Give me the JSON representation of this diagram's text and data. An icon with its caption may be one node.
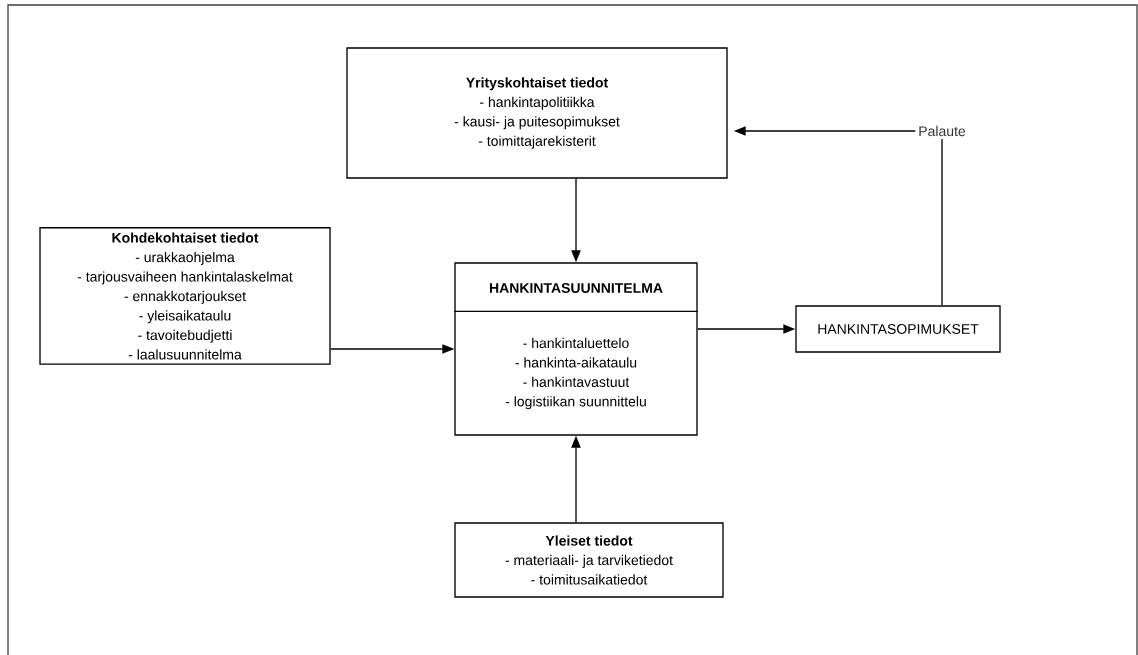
{
  "diagram": {
    "nodes": [
      {
        "text": [
          "Yrityskohtaiset tiedot",
          "- hankintapolitiikka",
          "- kausi- ja puitesopimukset",
          "- toimittajarekisterit"
        ]
      },
      {
        "text": [
          "Kohdekohtaiset tiedot",
          "- urakkaohjelma",
          "- tarjousvaiheen hankintalaskelmat",
          "- ennakkotarjoukset",
          "- yleisaikataulu",
          "- tavoitebudjetti",
          "- laalusuunnitelma"
        ]
      },
      {
        "text": [
          "HANKINTASUUNNITELMA",
          "- hankintaluettelo",
          "- hankinta-aikataulu",
          "- hankintavastuut",
          "- logistiikan suunnittelu"
        ]
      },
      {
        "text": [
          "HANKINTASOPIMUKSET"
        ]
      },
      {
        "text": [
          "Palaute"
        ]
      },
      {
        "text": [
          "Yleiset tiedot",
          "- materiaali- ja tarviketiedot",
          "- toimitusaikatiedot"
        ]
      }
    ],
    "edges": [
      {
        "from": 0,
        "to": 2,
        "arrow": "to"
      },
      {
        "from": 1,
        "to": 2,
        "arrow": "to"
      },
      {
        "from": 5,
        "to": 2,
        "arrow": "to"
      },
      {
        "from": 2,
        "to": 3,
        "arrow": "to"
      },
      {
        "from": 3,
        "to": 4,
        "arrow": "none"
      },
      {
        "from": 4,
        "to": 0,
        "arrow": "to"
      }
    ]
  }
}
